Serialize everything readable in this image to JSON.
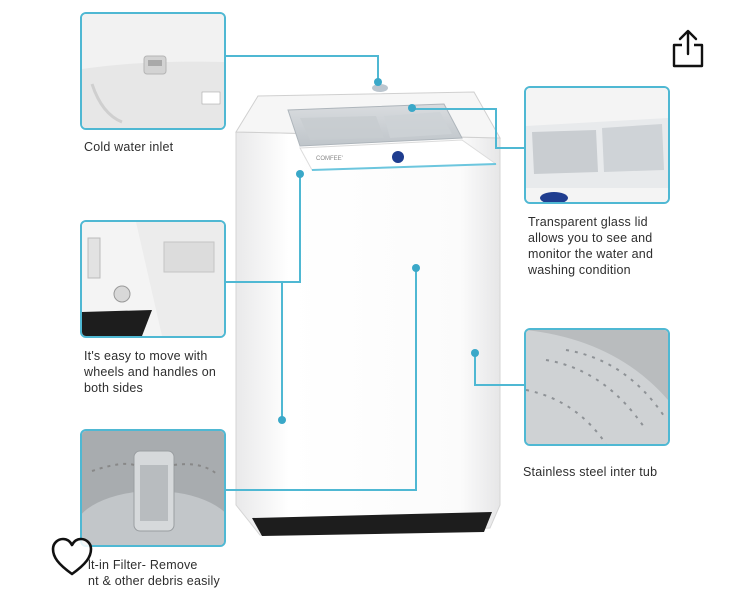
{
  "callouts": {
    "cold_water_inlet": "Cold water inlet",
    "glass_lid": "Transparent glass lid\nallows you to see and\nmonitor the water and\nwashing condition",
    "wheels": "It's easy to move with\nwheels and handles on\nboth sides",
    "inner_tub": "Stainless steel inter tub",
    "filter": "lt-in Filter- Remove\nnt & other debris easily"
  },
  "brand_label": "COMFEE'",
  "icons": {
    "share": "share-icon",
    "favorite": "heart-icon"
  },
  "colors": {
    "accent": "#4fb8d3",
    "body": "#ffffff",
    "panel_button": "#1f3d8f"
  }
}
